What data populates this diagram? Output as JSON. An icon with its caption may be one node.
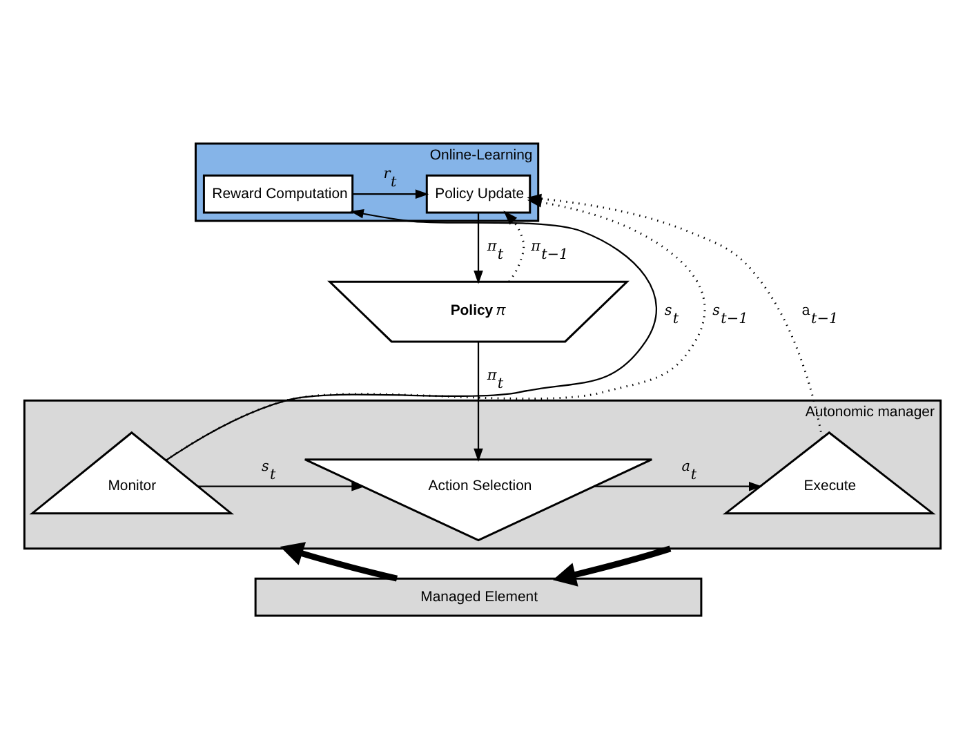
{
  "diagram": {
    "nodes": [
      {
        "text": [
          "Online-Learning"
        ]
      },
      {
        "text": [
          "Reward Computation"
        ],
        "in": 0
      },
      {
        "text": [
          "Policy Update"
        ],
        "in": 0
      },
      {
        "text": [
          "**Policy** *π*"
        ]
      },
      {
        "text": [
          "Autonomic manager"
        ]
      },
      {
        "text": [
          "Monitor"
        ],
        "in": 4
      },
      {
        "text": [
          "Action Selection"
        ],
        "in": 4
      },
      {
        "text": [
          "Execute"
        ],
        "in": 4
      },
      {
        "text": [
          "Managed Element"
        ]
      }
    ],
    "edges": [
      {
        "from": 5,
        "to": 1,
        "arrow": "to",
        "label": "*s*$_{t}$"
      },
      {
        "from": 1,
        "to": 2,
        "arrow": "to",
        "label": "*r*$_{t}$"
      },
      {
        "from": 2,
        "to": 3,
        "arrow": "to",
        "label": "*π*$_{t}$"
      },
      {
        "from": 5,
        "to": 2,
        "arrow": "to",
        "label": "*s*$_{t−1}$",
        "style": "dashed"
      },
      {
        "from": 3,
        "to": 2,
        "arrow": "to",
        "label": "*π*$_{t−1}$",
        "style": "dashed"
      },
      {
        "from": 7,
        "to": 2,
        "arrow": "to",
        "label": "a$_{t−1}$",
        "style": "dashed"
      },
      {
        "from": 3,
        "to": 6,
        "arrow": "to",
        "label": "*π*$_{t}$"
      },
      {
        "from": 5,
        "to": 6,
        "arrow": "to",
        "label": "*s*$_{t}$"
      },
      {
        "from": 6,
        "to": 7,
        "arrow": "to",
        "label": "*a*$_{t}$"
      },
      {
        "from": 8,
        "to": 4,
        "arrow": "to",
        "style": "thick"
      },
      {
        "from": 4,
        "to": 8,
        "arrow": "to",
        "style": "thick"
      }
    ]
  }
}
